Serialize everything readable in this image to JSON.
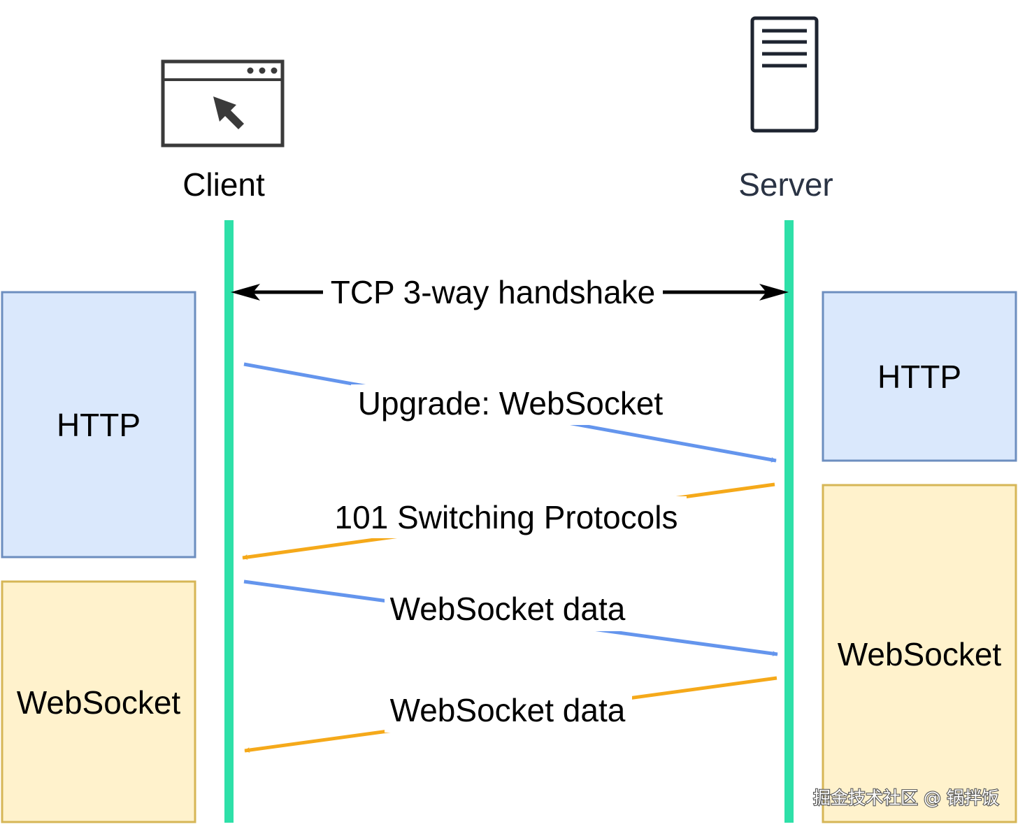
{
  "actors": {
    "client": {
      "label": "Client"
    },
    "server": {
      "label": "Server"
    }
  },
  "client_stack": {
    "http_label": "HTTP",
    "websocket_label": "WebSocket"
  },
  "server_stack": {
    "http_label": "HTTP",
    "websocket_label": "WebSocket"
  },
  "messages": [
    {
      "label": "TCP 3-way handshake",
      "direction": "both"
    },
    {
      "label": "Upgrade: WebSocket",
      "direction": "client-to-server"
    },
    {
      "label": "101 Switching Protocols",
      "direction": "server-to-client"
    },
    {
      "label": "WebSocket data",
      "direction": "client-to-server"
    },
    {
      "label": "WebSocket data",
      "direction": "server-to-client"
    }
  ],
  "watermark": "掘金技术社区 @ 锅拌饭",
  "colors": {
    "lifeline": "#2ee0a8",
    "http_fill": "#dae8fc",
    "http_stroke": "#6c8ebf",
    "ws_fill": "#fff2cc",
    "ws_stroke": "#d6b656",
    "request_arrow": "#6495ed",
    "response_arrow": "#f5a91a",
    "handshake_arrow": "#000000"
  }
}
